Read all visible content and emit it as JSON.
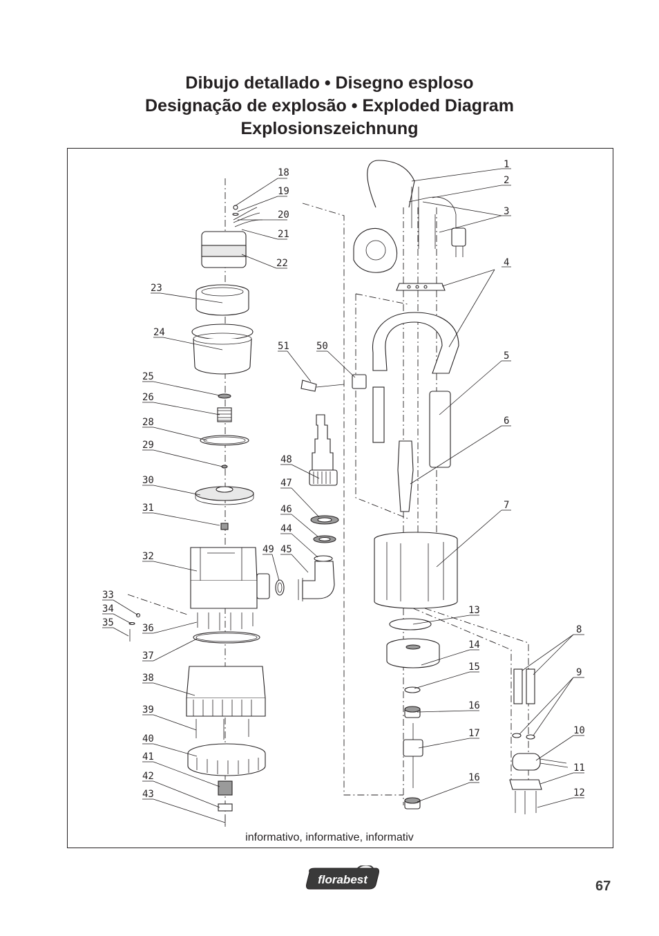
{
  "title_lines": [
    "Dibujo detallado • Disegno esploso",
    "Designação de explosão • Exploded Diagram",
    "Explosionszeichnung"
  ],
  "caption": "informativo, informative, informativ",
  "logo_text": "florabest",
  "page_number": "67",
  "colors": {
    "ink": "#231f20",
    "page": "#ffffff",
    "shade": "#e8e8e8",
    "dark": "#9a9a9a"
  },
  "part_labels": [
    "1",
    "2",
    "3",
    "4",
    "5",
    "6",
    "7",
    "8",
    "9",
    "10",
    "11",
    "12",
    "13",
    "14",
    "15",
    "16",
    "16",
    "17",
    "18",
    "19",
    "20",
    "21",
    "22",
    "23",
    "24",
    "25",
    "26",
    "28",
    "29",
    "30",
    "31",
    "32",
    "33",
    "34",
    "35",
    "36",
    "37",
    "38",
    "39",
    "40",
    "41",
    "42",
    "43",
    "44",
    "45",
    "46",
    "47",
    "48",
    "49",
    "50",
    "51"
  ]
}
